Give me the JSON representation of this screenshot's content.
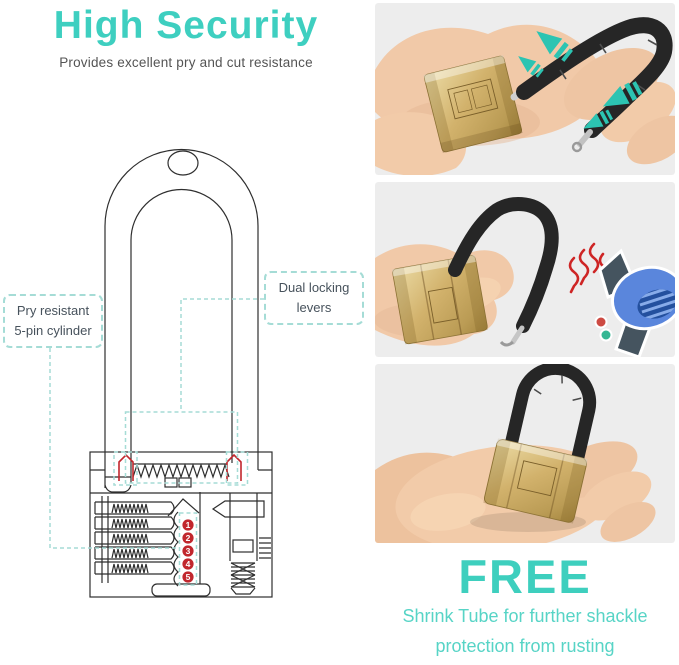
{
  "header": {
    "title": "High Security",
    "subtitle": "Provides excellent pry and cut resistance"
  },
  "diagram": {
    "callout_left": {
      "line1": "Pry resistant",
      "line2": "5-pin cylinder"
    },
    "callout_right": {
      "line1": "Dual locking",
      "line2": "levers"
    },
    "pin_numbers": [
      "1",
      "2",
      "3",
      "4",
      "5"
    ]
  },
  "promo": {
    "headline": "FREE",
    "caption_line1": "Shrink Tube for further shackle",
    "caption_line2": "protection from rusting"
  },
  "colors": {
    "accent_teal": "#3ecfc0",
    "caption_teal": "#57d4c6",
    "dashed_teal": "#a5dcd6",
    "danger_red": "#c1272d",
    "photo_background": "#ededed",
    "subtitle_gray": "#545454",
    "callout_gray": "#47525c",
    "brass": "#c9a964",
    "dryer_blue": "#5a86dc",
    "heat_red": "#ce2525",
    "arrow_teal": "#2cc4b2"
  }
}
